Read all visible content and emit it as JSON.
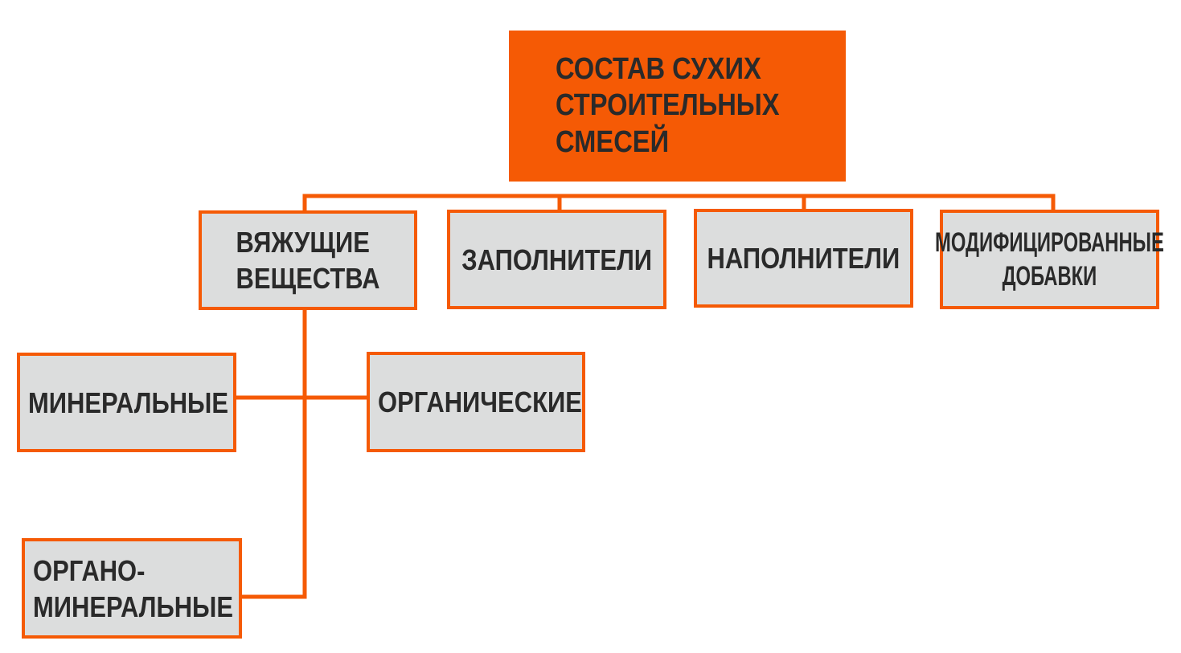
{
  "colors": {
    "accent": "#F55A05",
    "box_fill": "#DCDDDD",
    "text": "#2a2a2a"
  },
  "root": {
    "lines": [
      "СОСТАВ СУХИХ",
      "СТРОИТЕЛЬНЫХ",
      "СМЕСЕЙ"
    ]
  },
  "components": [
    {
      "lines": [
        "ВЯЖУЩИЕ",
        "ВЕЩЕСТВА"
      ]
    },
    {
      "lines": [
        "ЗАПОЛНИТЕЛИ"
      ]
    },
    {
      "lines": [
        "НАПОЛНИТЕЛИ"
      ]
    },
    {
      "lines": [
        "МОДИФИЦИРОВАННЫЕ",
        "ДОБАВКИ"
      ]
    }
  ],
  "binders": [
    {
      "lines": [
        "МИНЕРАЛЬНЫЕ"
      ]
    },
    {
      "lines": [
        "ОРГАНИЧЕСКИЕ"
      ]
    },
    {
      "lines": [
        "ОРГАНО-",
        "МИНЕРАЛЬНЫЕ"
      ]
    }
  ]
}
